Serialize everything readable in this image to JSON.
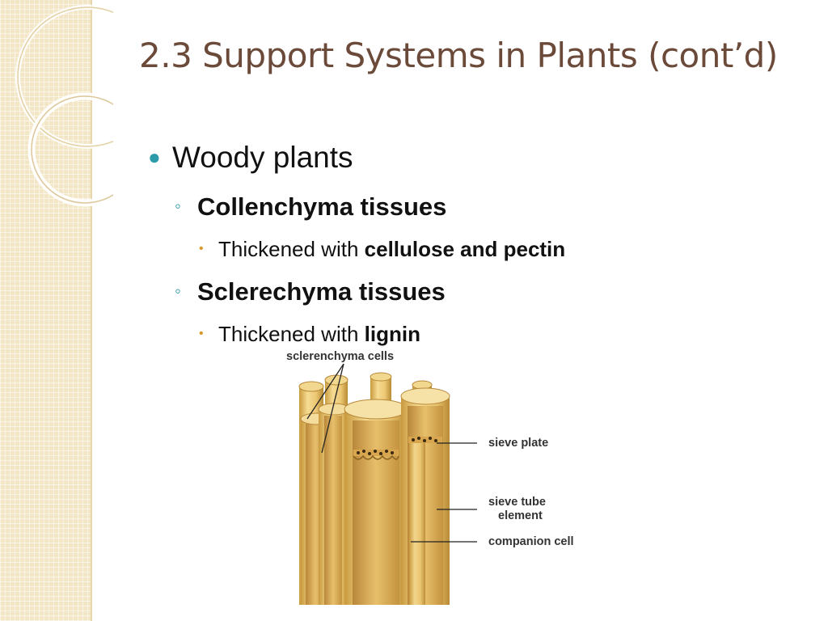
{
  "slide": {
    "title": "2.3 Support Systems in Plants (cont’d)",
    "bullets": {
      "level1": "Woody plants",
      "collenchyma": {
        "heading": "Collenchyma tissues",
        "detail_prefix": "Thickened with ",
        "detail_bold": "cellulose and pectin"
      },
      "sclerenchyma": {
        "heading": "Sclerechyma tissues",
        "detail_prefix": "Thickened with ",
        "detail_bold": "lignin"
      }
    }
  },
  "diagram": {
    "labels": {
      "sclerenchyma_cells": "sclerenchyma cells",
      "sieve_plate": "sieve plate",
      "sieve_tube_line1": "sieve tube",
      "sieve_tube_line2": "element",
      "companion_cell": "companion cell"
    }
  },
  "colors": {
    "title": "#6b4a3a",
    "bullet_primary": "#2b9aa9",
    "bullet_small": "#d89a2a",
    "strip": "#f3e6c6"
  }
}
